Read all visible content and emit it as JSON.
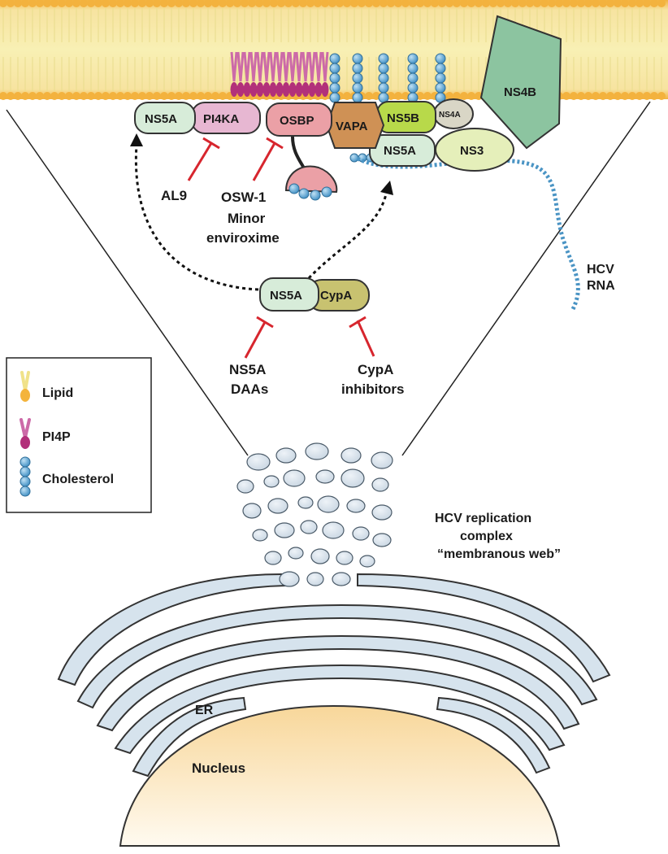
{
  "proteins": {
    "ns5a_left": "NS5A",
    "pi4ka": "PI4KA",
    "osbp": "OSBP",
    "vapa": "VAPA",
    "ns5b": "NS5B",
    "ns4a": "NS4A",
    "ns4b": "NS4B",
    "ns5a_complex": "NS5A",
    "ns3": "NS3",
    "ns5a_center": "NS5A",
    "cypa": "CypA"
  },
  "inhibitors": {
    "al9": "AL9",
    "osw1": "OSW-1",
    "minor_line1": "Minor",
    "minor_line2": "enviroxime",
    "ns5a_daas_line1": "NS5A",
    "ns5a_daas_line2": "DAAs",
    "cypa_inh_line1": "CypA",
    "cypa_inh_line2": "inhibitors"
  },
  "labels": {
    "hcv_rna_line1": "HCV",
    "hcv_rna_line2": "RNA",
    "web_line1": "HCV replication",
    "web_line2": "complex",
    "web_line3": "“membranous web”",
    "er": "ER",
    "nucleus": "Nucleus"
  },
  "legend": {
    "items": [
      {
        "label": "Lipid",
        "icon": "lipid-icon"
      },
      {
        "label": "PI4P",
        "icon": "pi4p-icon"
      },
      {
        "label": "Cholesterol",
        "icon": "cholesterol-icon"
      }
    ]
  },
  "colors": {
    "membrane_head": "#f4b43c",
    "membrane_tail": "#f7efa8",
    "pi4p": "#cc6aa8",
    "cholesterol": "#6aaed8",
    "ns5a": "#d7ecd9",
    "pi4ka": "#e7b7d2",
    "osbp": "#eba0a6",
    "vapa": "#cf9155",
    "ns5b": "#b8d94a",
    "ns4a": "#d9d6c6",
    "ns4b": "#8cc4a0",
    "ns3": "#e5efba",
    "cypa": "#c8c270",
    "inhibit": "#d7262e",
    "er": "#d6e3ed",
    "nucleus": "#fbe3b0"
  }
}
